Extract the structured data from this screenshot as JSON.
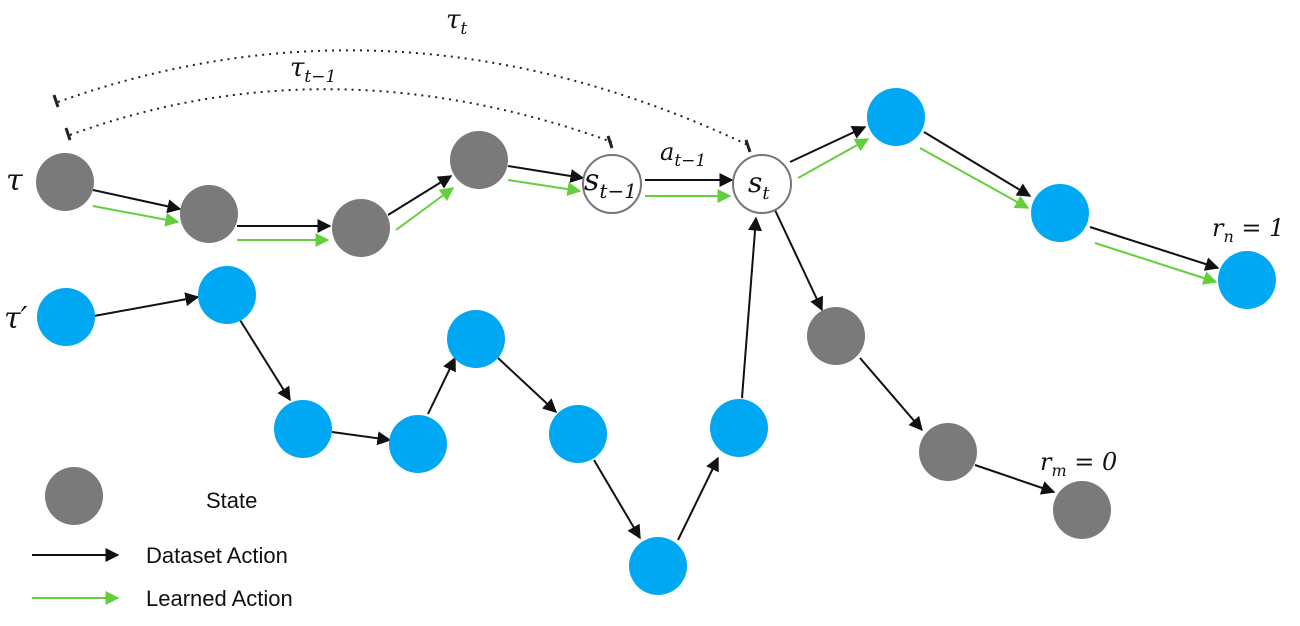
{
  "colors": {
    "state_gray": "#7a7a7a",
    "state_blue": "#00a8f3",
    "dataset_arrow": "#111111",
    "learned_arrow": "#63cf3c",
    "bracket": "#222222"
  },
  "labels": {
    "tau": "τ",
    "tau_prime": "τ′",
    "s_prev": "s",
    "s_prev_sub": "t−1",
    "s_t": "s",
    "s_t_sub": "t",
    "a_prev": "a",
    "a_prev_sub": "t−1",
    "tau_t": "τ",
    "tau_t_sub": "t",
    "tau_t1": "τ",
    "tau_t1_sub": "t−1",
    "r_n": "r",
    "r_n_sub": "n",
    "r_n_eq": " = 1",
    "r_m": "r",
    "r_m_sub": "m",
    "r_m_eq": " = 0"
  },
  "legend": {
    "state": "State",
    "dataset_action": "Dataset Action",
    "learned_action": "Learned Action"
  }
}
